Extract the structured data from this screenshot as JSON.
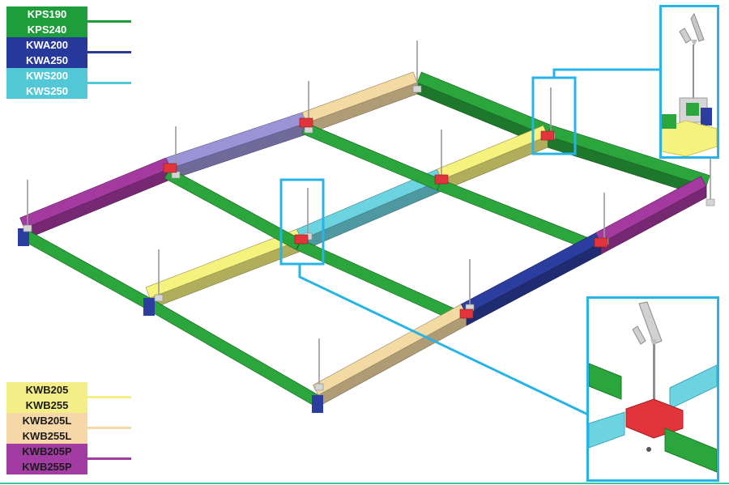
{
  "legend_top": [
    {
      "label": "KPS190",
      "color": "#1e9e3a",
      "line_color": "#1e9e3a"
    },
    {
      "label": "KPS240",
      "color": "#1e9e3a",
      "line_color": "#1e9e3a"
    },
    {
      "label": "KWA200",
      "color": "#26389a",
      "line_color": "#26389a"
    },
    {
      "label": "KWA250",
      "color": "#26389a",
      "line_color": "#26389a"
    },
    {
      "label": "KWS200",
      "color": "#52c8d6",
      "line_color": "#52c8d6"
    },
    {
      "label": "KWS250",
      "color": "#52c8d6",
      "line_color": "#52c8d6"
    }
  ],
  "legend_bottom": [
    {
      "label": "KWB205",
      "color": "#f3ee86",
      "line_color": "#f3ee86"
    },
    {
      "label": "KWB255",
      "color": "#f3ee86",
      "line_color": "#f3ee86"
    },
    {
      "label": "KWB205L",
      "color": "#f5d7a8",
      "line_color": "#f5d7a8"
    },
    {
      "label": "KWB255L",
      "color": "#f5d7a8",
      "line_color": "#f5d7a8"
    },
    {
      "label": "KWB205P",
      "color": "#a23ba2",
      "line_color": "#a23ba2"
    },
    {
      "label": "KWB255P",
      "color": "#a23ba2",
      "line_color": "#a23ba2"
    }
  ],
  "colors": {
    "callout": "#27b3e6",
    "green": "#2aa63c",
    "navy": "#2b3d9e",
    "cyan": "#6cd3e0",
    "yellow": "#f6f27e",
    "tan": "#f3d9a2",
    "purple": "#a4399f",
    "lavender": "#9a93d6",
    "connector_red": "#e2343a",
    "rod": "#9a9a9a"
  }
}
